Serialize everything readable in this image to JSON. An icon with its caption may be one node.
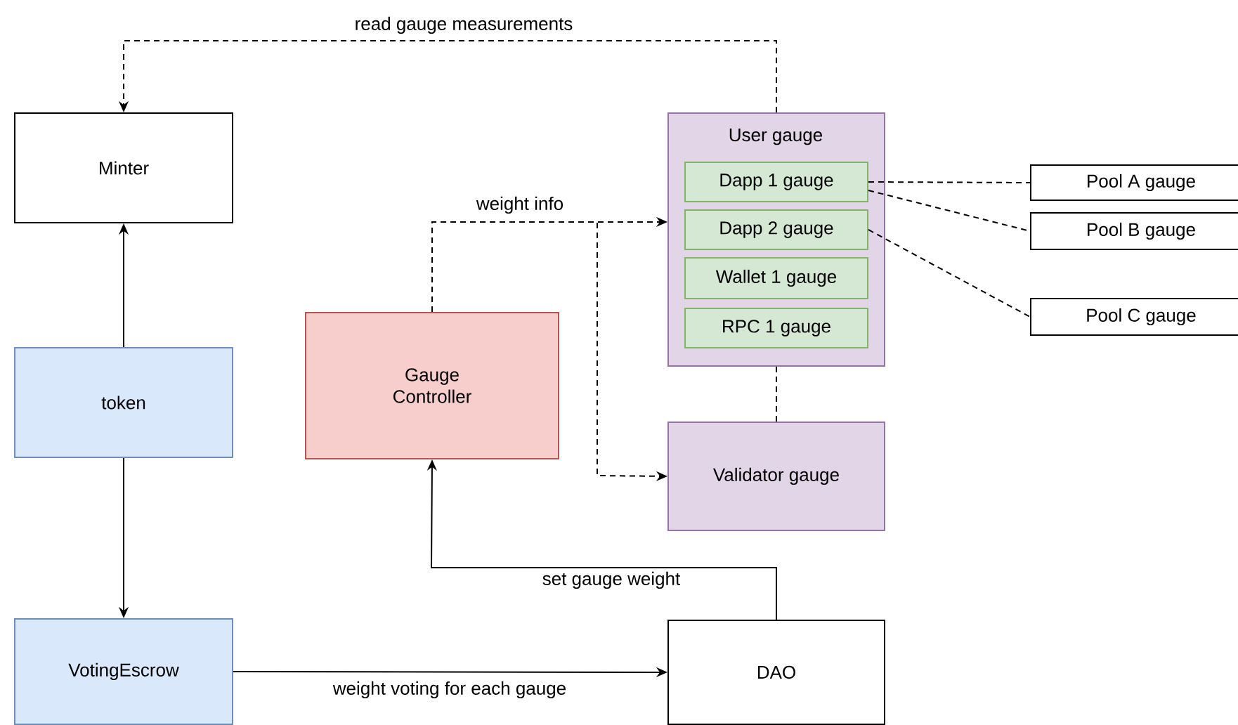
{
  "diagram": {
    "nodes": [
      {
        "text": [
          "Minter"
        ]
      },
      {
        "text": [
          "token"
        ]
      },
      {
        "text": [
          "VotingEscrow"
        ]
      },
      {
        "text": [
          "Gauge Controller"
        ]
      },
      {
        "text": [
          "User gauge"
        ]
      },
      {
        "text": [
          "Dapp 1 gauge"
        ],
        "in": 4
      },
      {
        "text": [
          "Dapp 2 gauge"
        ],
        "in": 4
      },
      {
        "text": [
          "Wallet 1 gauge"
        ],
        "in": 4
      },
      {
        "text": [
          "RPC 1 gauge"
        ],
        "in": 4
      },
      {
        "text": [
          "Validator gauge"
        ]
      },
      {
        "text": [
          "DAO"
        ]
      },
      {
        "text": [
          "Pool A gauge"
        ]
      },
      {
        "text": [
          "Pool B gauge"
        ]
      },
      {
        "text": [
          "Pool C gauge"
        ]
      }
    ],
    "edges": [
      {
        "from": 1,
        "to": 0,
        "arrow": "to"
      },
      {
        "from": 1,
        "to": 2,
        "arrow": "to"
      },
      {
        "from": 2,
        "to": 10,
        "arrow": "to",
        "label": "weight voting for each gauge"
      },
      {
        "from": 10,
        "to": 3,
        "arrow": "to",
        "label": "set gauge weight"
      },
      {
        "from": 4,
        "to": 0,
        "arrow": "to",
        "label": "read gauge measurements",
        "style": "dashed"
      },
      {
        "from": 3,
        "to": 4,
        "arrow": "to",
        "label": "weight info",
        "style": "dashed"
      },
      {
        "from": 3,
        "to": 9,
        "arrow": "to",
        "style": "dashed"
      },
      {
        "from": 4,
        "to": 9,
        "arrow": "none",
        "style": "dashed"
      },
      {
        "from": 5,
        "to": 11,
        "arrow": "none",
        "style": "dashed"
      },
      {
        "from": 5,
        "to": 12,
        "arrow": "none",
        "style": "dashed"
      },
      {
        "from": 6,
        "to": 13,
        "arrow": "none",
        "style": "dashed"
      }
    ]
  }
}
